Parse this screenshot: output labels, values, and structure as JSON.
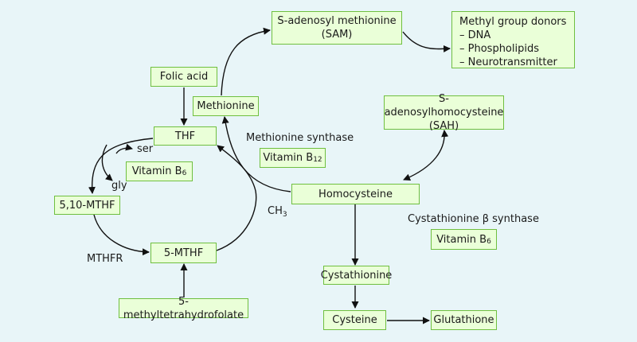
{
  "nodes": {
    "sam": {
      "line1": "S-adenosyl methionine",
      "line2": "(SAM)"
    },
    "methyl_donors": {
      "title": "Methyl group donors",
      "items": [
        "– DNA",
        "– Phospholipids",
        "– Neurotransmitter"
      ]
    },
    "folic_acid": "Folic acid",
    "methionine": "Methionine",
    "sah": {
      "line1": "S-adenosylhomocysteine",
      "line2": "(SAH)"
    },
    "thf": "THF",
    "vitamin_b6_left": {
      "text": "Vitamin B",
      "sub": "6"
    },
    "vitamin_b12": {
      "text": "Vitamin B",
      "sub": "12"
    },
    "mthf_5_10": "5,10-MTHF",
    "homocysteine": "Homocysteine",
    "mthf_5": "5-MTHF",
    "vitamin_b6_right": {
      "text": "Vitamin B",
      "sub": "6"
    },
    "cystathionine": "Cystathionine",
    "methyltetrahydrofolate": "5-methyltetrahydrofolate",
    "cysteine": "Cysteine",
    "glutathione": "Glutathione"
  },
  "labels": {
    "methionine_synthase": "Methionine synthase",
    "ser": "ser",
    "gly": "gly",
    "ch3": {
      "text": "CH",
      "sub": "3"
    },
    "cystathionine_beta_synthase": "Cystathionine β synthase",
    "mthfr": "MTHFR"
  }
}
